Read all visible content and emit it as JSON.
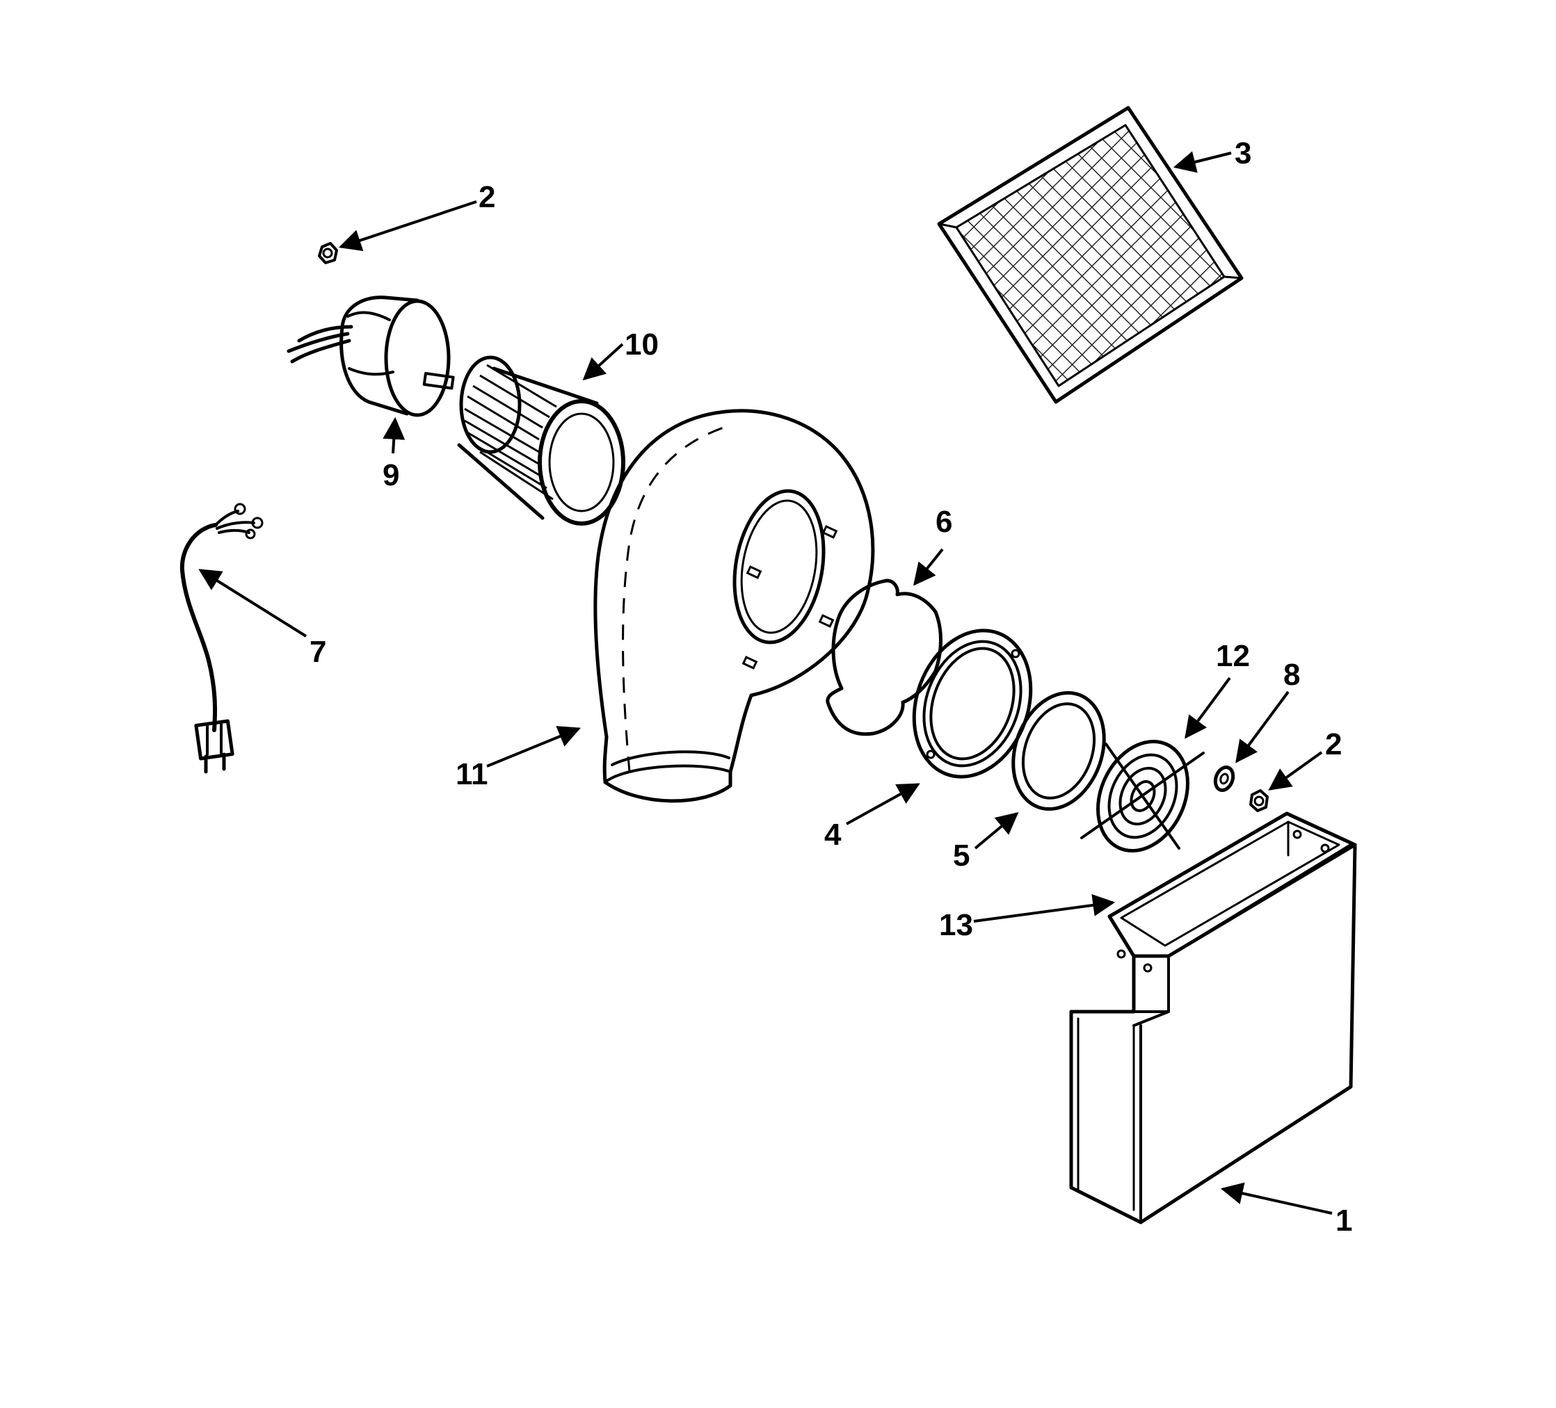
{
  "callouts": {
    "c1": "1",
    "c2_top": "2",
    "c2_right": "2",
    "c3": "3",
    "c4": "4",
    "c5": "5",
    "c6": "6",
    "c7": "7",
    "c8": "8",
    "c9": "9",
    "c10": "10",
    "c11": "11",
    "c12": "12",
    "c13": "13"
  }
}
